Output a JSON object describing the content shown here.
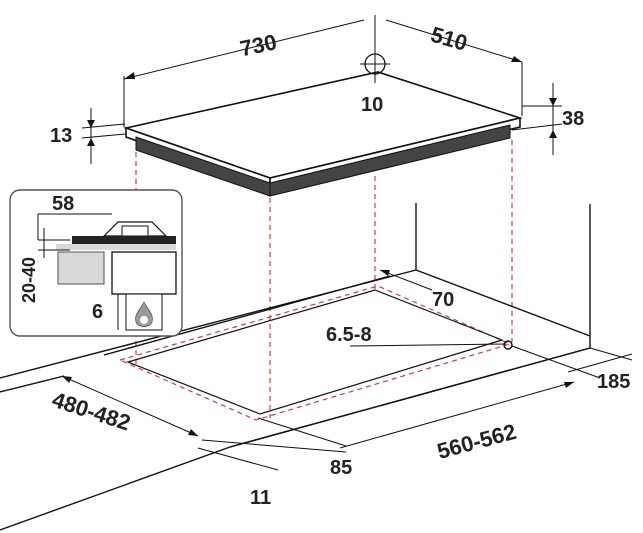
{
  "dimensions": {
    "width": "730",
    "depth": "510",
    "center_offset": "10",
    "glass_thickness": "13",
    "total_height": "38",
    "cutout_width": "560-562",
    "cutout_depth": "480-482",
    "front_margin": "85",
    "edge_11": "11",
    "rear_offset": "70",
    "hole_diameter": "6.5-8",
    "side_margin": "185"
  },
  "inset": {
    "burner_width": "58",
    "worktop_thickness": "20-40",
    "gas_clearance": "6"
  },
  "colors": {
    "line": "#111111",
    "cutout_guide": "#d23c3c",
    "hob_side": "#444444",
    "inset_fill": "#d9d9d9",
    "gas_icon": "#9a9a9a"
  }
}
